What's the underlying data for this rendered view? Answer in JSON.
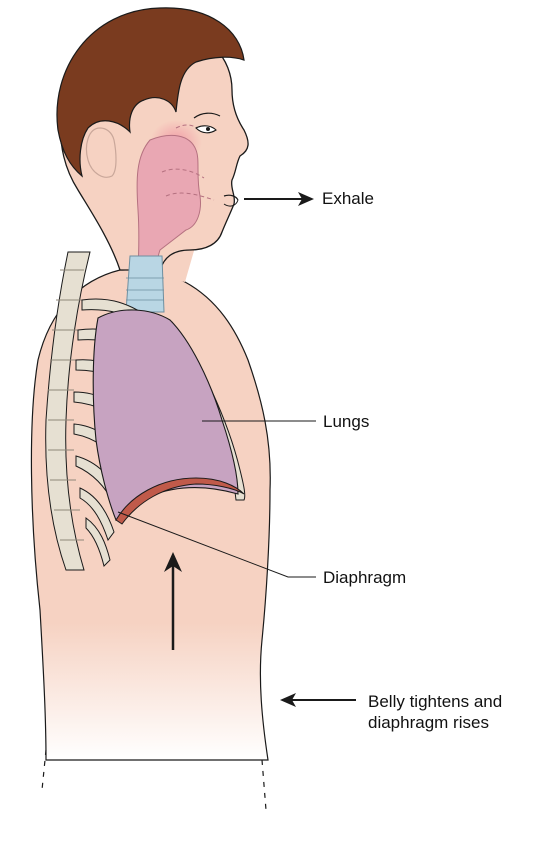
{
  "labels": {
    "exhale": "Exhale",
    "lungs": "Lungs",
    "diaphragm": "Diaphragm",
    "belly_line1": "Belly tightens and",
    "belly_line2": "diaphragm rises"
  },
  "colors": {
    "skin": "#f6d2c2",
    "hair": "#7a3b1f",
    "lung": "#c7a3c1",
    "airway": "#e9a7b3",
    "trachea": "#b9d6e4",
    "bone": "#e6e0d2",
    "diaphragm": "#c05a4a",
    "outline": "#1a1a1a"
  }
}
